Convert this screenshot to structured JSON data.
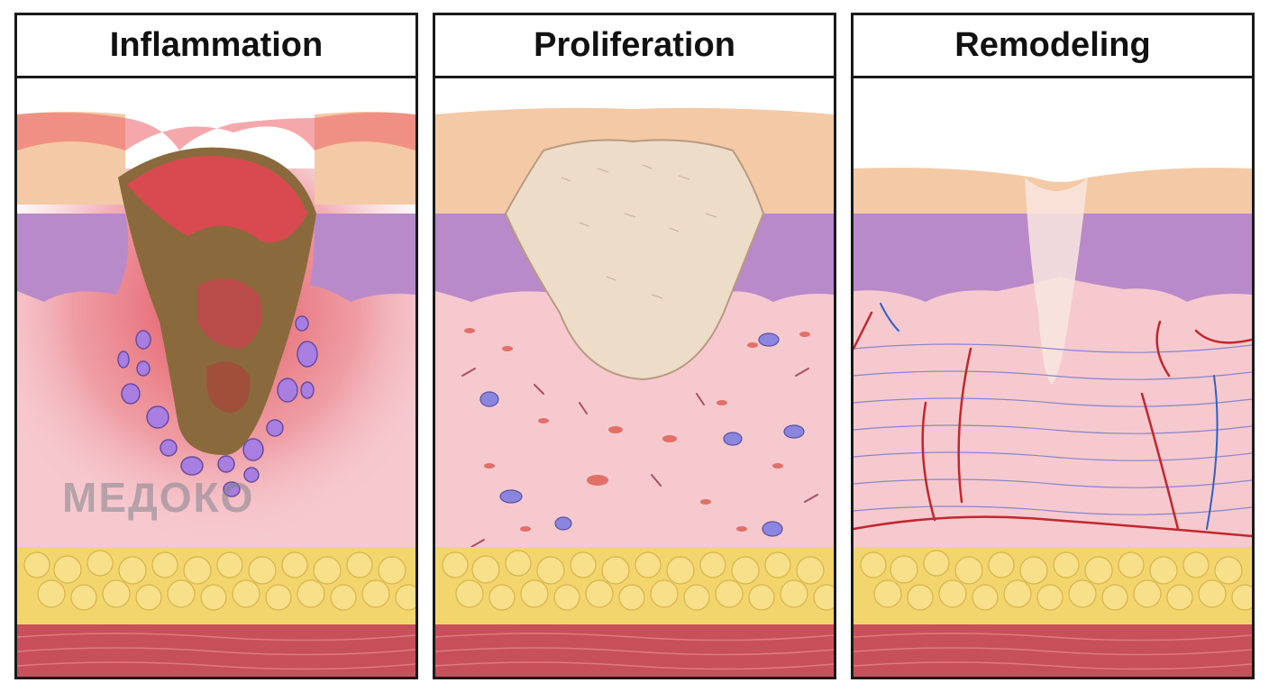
{
  "stages": [
    {
      "title": "Inflammation"
    },
    {
      "title": "Proliferation"
    },
    {
      "title": "Remodeling"
    }
  ],
  "watermark": "МЕДОКО",
  "colors": {
    "epidermis": "#f3c9a6",
    "epidermis_layer": "#b98ac9",
    "dermis": "#f6c9cf",
    "inflamed_dermis": "#e8707a",
    "wound_slough": "#8a6a3c",
    "granulation": "#ecdcc8",
    "fat": "#f3d56e",
    "muscle": "#c8505a",
    "vessel_artery": "#c0282e",
    "vessel_vein": "#3060c0",
    "immune_cell": "#a87ee0"
  }
}
